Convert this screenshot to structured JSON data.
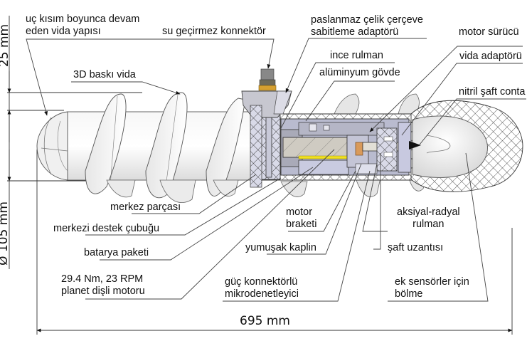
{
  "diagram": {
    "type": "annotated-cross-section",
    "subject": "screw-propelled robot drive unit",
    "labels": {
      "tip_screw": [
        "uç kısım boyunca devam",
        "eden vida yapısı"
      ],
      "screw_3d": "3D baskı vida",
      "waterproof_connector": "su geçirmez konnektör",
      "steel_frame_adapter": [
        "paslanmaz çelik çerçeve",
        "sabitleme adaptörü"
      ],
      "thin_bearing": "ince rulman",
      "aluminum_body": "alüminyum gövde",
      "motor_driver": "motor sürücü",
      "screw_adapter": "vida adaptörü",
      "nitrile_seal": "nitril şaft conta",
      "center_part": "merkez parçası",
      "center_rod": "merkezi destek çubuğu",
      "battery": "batarya paketi",
      "motor_spec": [
        "29.4 Nm, 23 RPM",
        "planet dişli motoru"
      ],
      "motor_bracket": [
        "motor",
        "braketi"
      ],
      "soft_coupling": "yumuşak kaplin",
      "microcontroller": [
        "güç konnektörlü",
        "mikrodenetleyici"
      ],
      "axial_radial_bearing": [
        "aksiyal-radyal",
        "rulman"
      ],
      "shaft_extension": "şaft uzantısı",
      "sensor_bay": [
        "ek sensörler için",
        "bölme"
      ]
    },
    "dimensions": {
      "length": "695 mm",
      "flight_height": "25 mm",
      "diameter": "Ø 105 mm"
    },
    "colors": {
      "line": "#333333",
      "battery_strip": "#f0e020",
      "body_fill": "#c9cbe0",
      "motor_fill": "#cfcbc2",
      "screw_fill": "#f2f2f2",
      "connector_gold": "#d6a030"
    }
  }
}
